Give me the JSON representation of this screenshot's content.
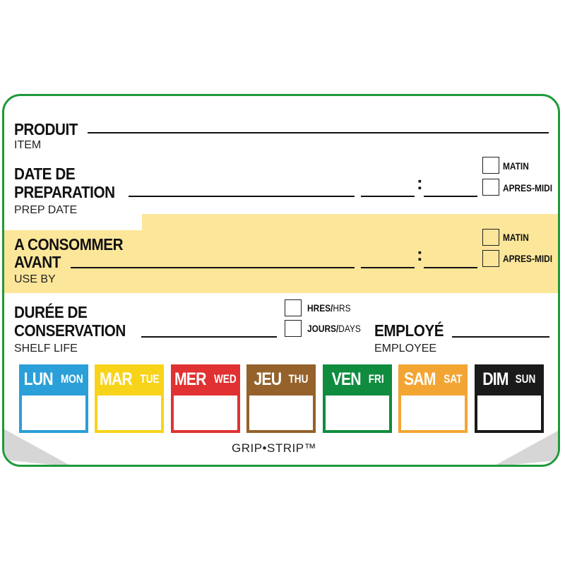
{
  "produit": {
    "label": "PRODUIT",
    "sub": "ITEM"
  },
  "prep": {
    "label1": "DATE DE",
    "label2": "PREPARATION",
    "sub": "PREP DATE",
    "am": "MATIN",
    "pm": "APRES-MIDI",
    "colon": ":"
  },
  "useby": {
    "label1": "A CONSOMMER",
    "label2": "AVANT",
    "sub": "USE BY",
    "am": "MATIN",
    "pm": "APRES-MIDI",
    "colon": ":"
  },
  "shelf": {
    "label1": "DURÉE DE",
    "label2": "CONSERVATION",
    "sub": "SHELF LIFE",
    "hrs_fr": "HRES/",
    "hrs_en": "HRS",
    "days_fr": "JOURS/",
    "days_en": "DAYS"
  },
  "employee": {
    "label": "EMPLOYÉ",
    "sub": "EMPLOYEE"
  },
  "days": [
    {
      "fr": "LUN",
      "en": "MON",
      "color": "#2a9fd8"
    },
    {
      "fr": "MAR",
      "en": "TUE",
      "color": "#f7d31a"
    },
    {
      "fr": "MER",
      "en": "WED",
      "color": "#e03232"
    },
    {
      "fr": "JEU",
      "en": "THU",
      "color": "#94622a"
    },
    {
      "fr": "VEN",
      "en": "FRI",
      "color": "#0f8c3e"
    },
    {
      "fr": "SAM",
      "en": "SAT",
      "color": "#f3a533"
    },
    {
      "fr": "DIM",
      "en": "SUN",
      "color": "#1a1a1a"
    }
  ],
  "brand": "GRIP•STRIP™",
  "border_color": "#1e9a3a",
  "highlight_color": "#fce69a"
}
